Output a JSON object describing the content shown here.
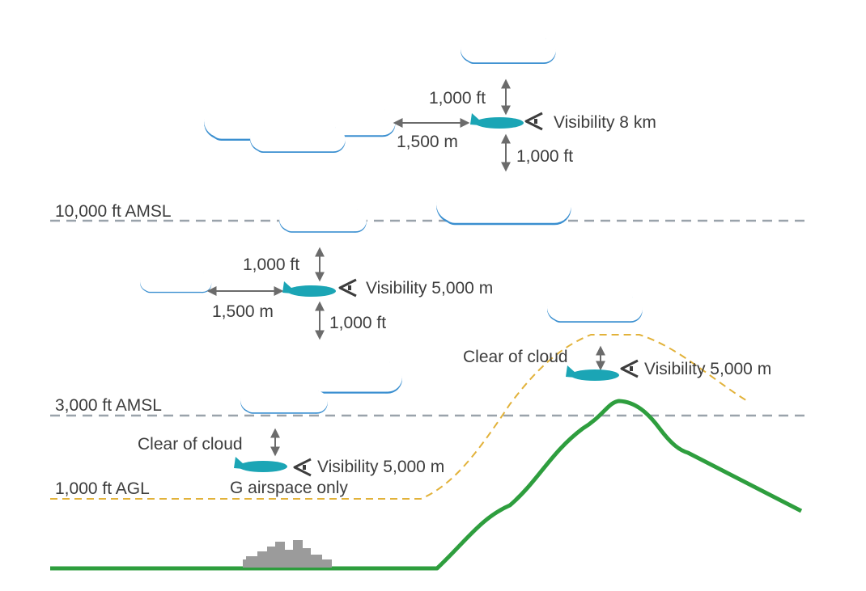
{
  "levels": {
    "upper": "10,000 ft AMSL",
    "middle": "3,000 ft AMSL",
    "lower": "1,000 ft AGL"
  },
  "top_zone": {
    "vertical_above": "1,000 ft",
    "vertical_below": "1,000 ft",
    "horizontal": "1,500 m",
    "visibility": "Visibility 8 km"
  },
  "mid_zone": {
    "vertical_above": "1,000 ft",
    "vertical_below": "1,000 ft",
    "horizontal": "1,500 m",
    "visibility": "Visibility 5,000 m"
  },
  "low_zone": {
    "clearance": "Clear of cloud",
    "visibility": "Visibility 5,000 m",
    "note": "G airspace only"
  },
  "terrain_zone": {
    "clearance": "Clear of cloud",
    "visibility": "Visibility 5,000 m"
  },
  "colors": {
    "level_line": "#9aa3ab",
    "agl_line": "#e2b23a",
    "terrain": "#2e9e3e",
    "aircraft": "#1ba5b5",
    "city": "#9b9b9b",
    "text": "#3d3d3d"
  }
}
